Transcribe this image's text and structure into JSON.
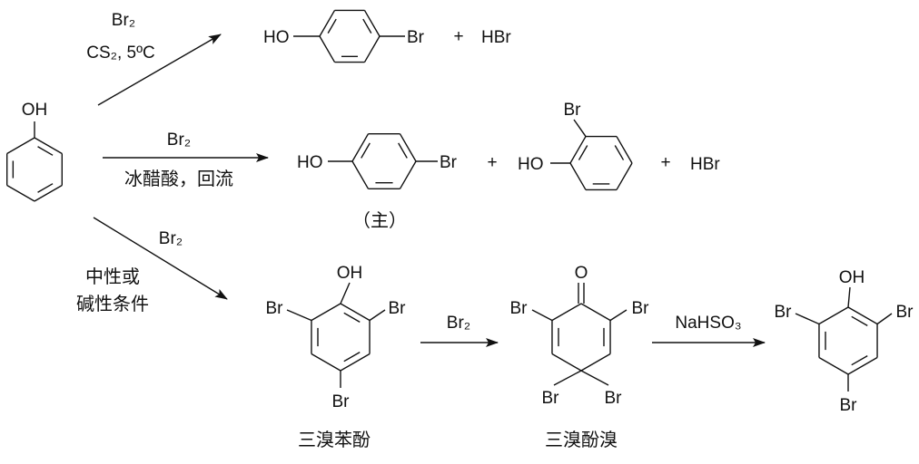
{
  "reaction1": {
    "reagent": "Br₂",
    "conditions": "CS₂, 5ºC",
    "product": {
      "left": "HO",
      "right": "Br"
    },
    "plus": "+",
    "byproduct": "HBr"
  },
  "reaction2": {
    "reagent": "Br₂",
    "conditions": "冰醋酸，回流",
    "product_major": {
      "left": "HO",
      "right": "Br",
      "note": "（主）"
    },
    "plus1": "+",
    "product_minor": {
      "left": "HO",
      "top": "Br"
    },
    "plus2": "+",
    "byproduct": "HBr"
  },
  "reaction3": {
    "reagent": "Br₂",
    "conditions_line1": "中性或",
    "conditions_line2": "碱性条件",
    "product": {
      "top": "OH",
      "left": "Br",
      "right": "Br",
      "bottom": "Br",
      "name": "三溴苯酚"
    }
  },
  "reaction4": {
    "reagent": "Br₂",
    "product": {
      "top": "O",
      "left": "Br",
      "right": "Br",
      "bottom_left": "Br",
      "bottom_right": "Br",
      "name": "三溴酚溴"
    }
  },
  "reaction5": {
    "reagent": "NaHSO₃",
    "product": {
      "top": "OH",
      "left": "Br",
      "right": "Br",
      "bottom": "Br"
    }
  },
  "phenol": {
    "top": "OH"
  }
}
